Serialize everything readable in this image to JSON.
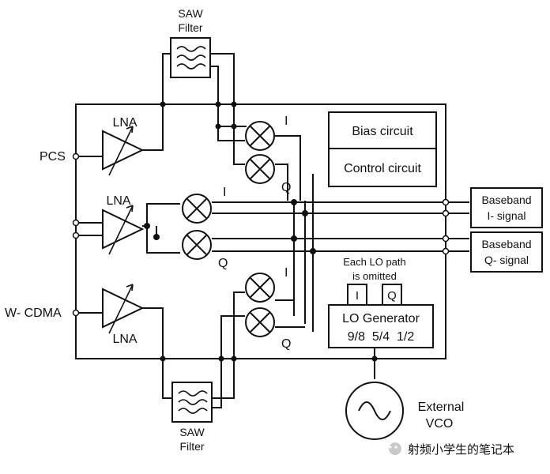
{
  "saw_top": {
    "line1": "SAW",
    "line2": "Filter"
  },
  "saw_bottom": {
    "line1": "SAW",
    "line2": "Filter"
  },
  "lna_labels": [
    "LNA",
    "LNA",
    "LNA"
  ],
  "inputs": {
    "pcs": "PCS",
    "wcdma": "W- CDMA"
  },
  "mixer_labels": {
    "top_i": "I",
    "top_q": "Q",
    "mid_i": "I",
    "mid_q": "Q",
    "bot_i": "I",
    "bot_q": "Q"
  },
  "blocks": {
    "bias": "Bias circuit",
    "control": "Control circuit"
  },
  "baseband": {
    "i": {
      "line1": "Baseband",
      "line2": "I- signal"
    },
    "q": {
      "line1": "Baseband",
      "line2": "Q- signal"
    }
  },
  "lo_note": {
    "line1": "Each LO path",
    "line2": "is omitted"
  },
  "lo": {
    "i": "I",
    "q": "Q",
    "title": "LO Generator",
    "ratios": "9/8  5/4  1/2"
  },
  "vco": {
    "line1": "External",
    "line2": "VCO"
  },
  "watermark": "射频小学生的笔记本"
}
